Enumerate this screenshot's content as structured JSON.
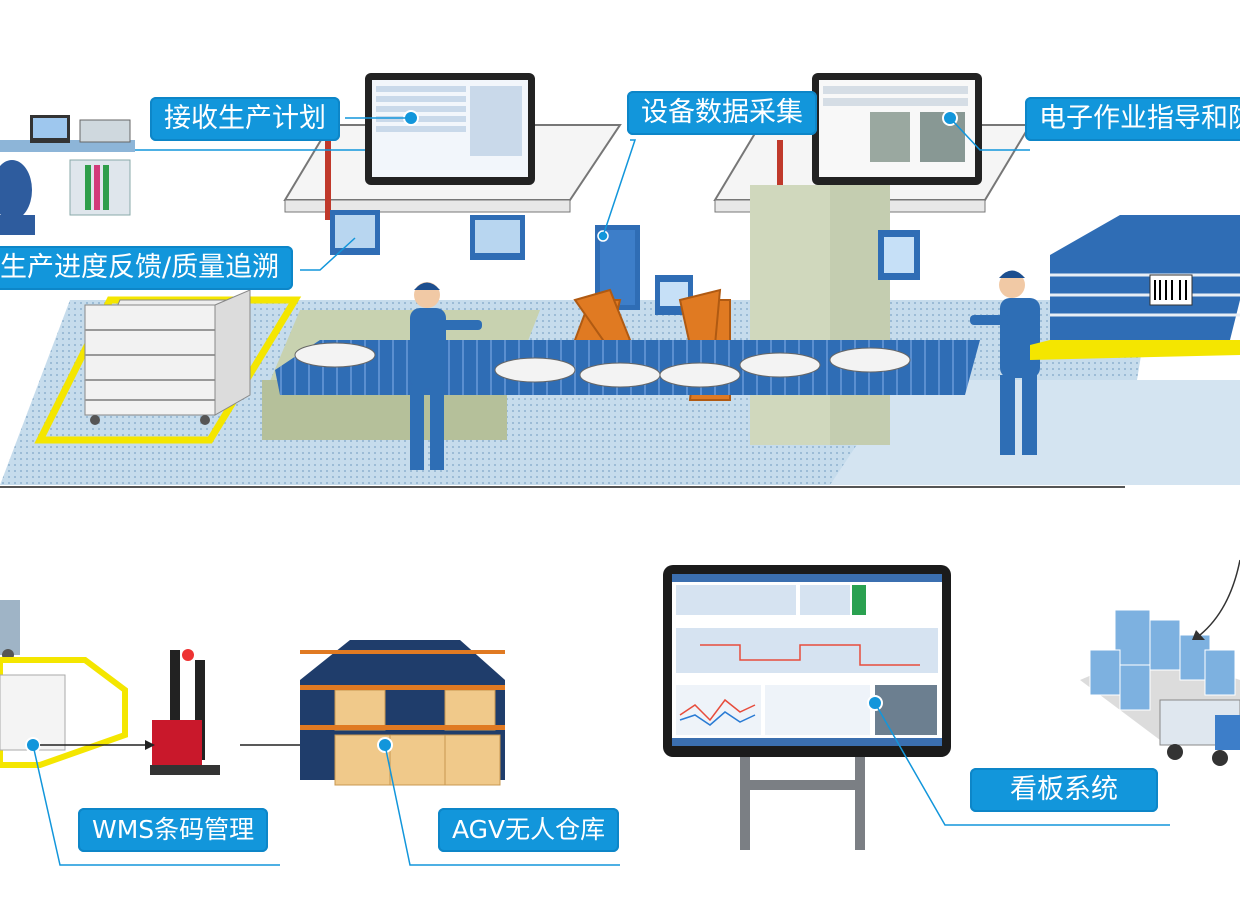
{
  "labels": {
    "receive_plan": "接收生产计划",
    "equipment_data": "设备数据采集",
    "electronic_sop": "电子作业指导和防",
    "progress_feedback": "生产进度反馈/质量追溯",
    "wms_barcode": "WMS条码管理",
    "agv_warehouse": "AGV无人仓库",
    "kanban": "看板系统"
  },
  "colors": {
    "label_bg": "#1296db",
    "floor": "#b9d3e8",
    "worker": "#2e6eb5",
    "robot": "#e07a22",
    "safety_line": "#f4e600",
    "conveyor": "#2f6db5"
  },
  "icons": [
    "pc-workstation-icon",
    "monitor-icon",
    "robot-arm-icon",
    "worker-icon",
    "forklift-icon",
    "pallet-rack-icon",
    "truck-icon",
    "city-buildings-icon",
    "kanban-board-icon"
  ]
}
